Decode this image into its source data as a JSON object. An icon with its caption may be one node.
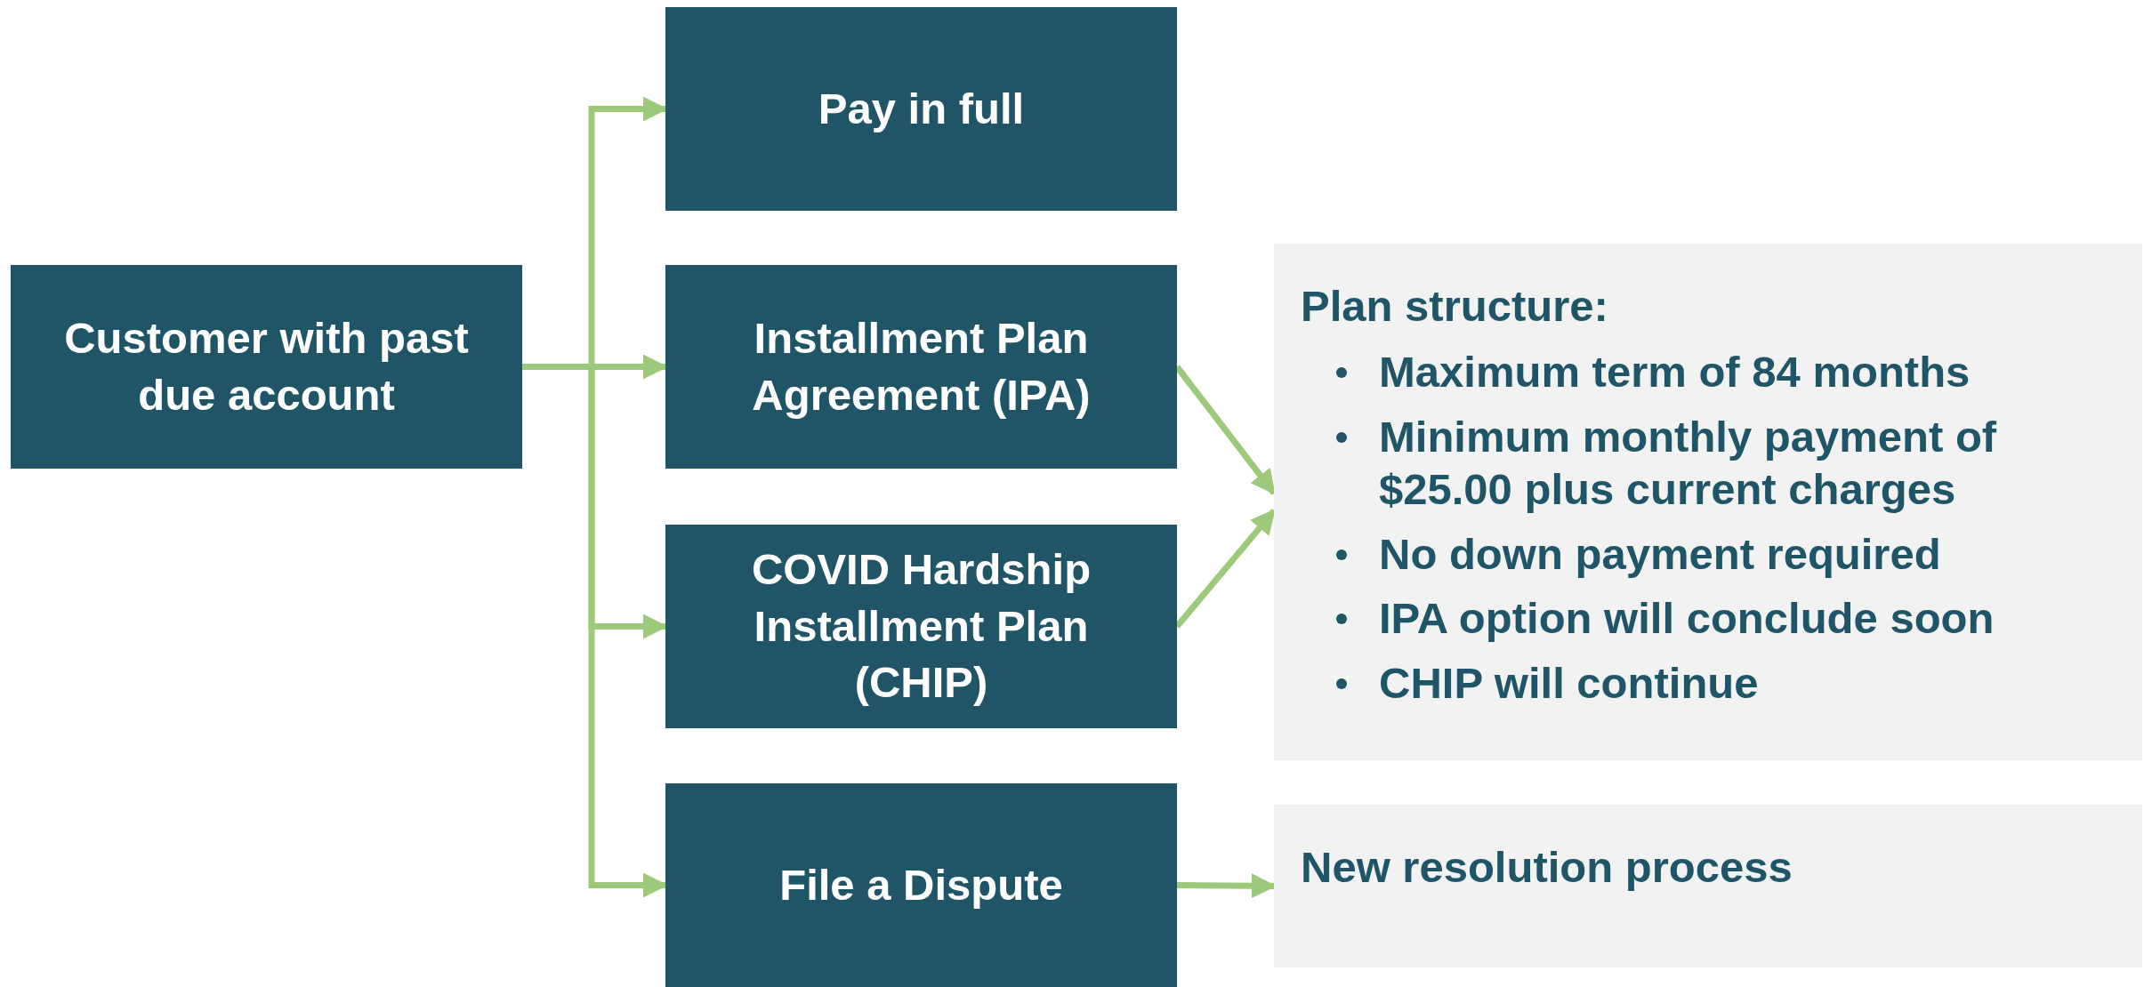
{
  "diagram": {
    "nodes": [
      {
        "text": [
          "Customer with past due account"
        ]
      },
      {
        "text": [
          "Pay in full"
        ]
      },
      {
        "text": [
          "Installment Plan Agreement (IPA)"
        ]
      },
      {
        "text": [
          "COVID Hardship Installment Plan (CHIP)"
        ]
      },
      {
        "text": [
          "File a Dispute"
        ]
      },
      {
        "text": [
          "Plan structure:",
          "Maximum term of 84 months",
          "Minimum monthly payment of $25.00 plus current charges",
          "No down payment required",
          "IPA option will conclude soon",
          "CHIP will continue"
        ]
      },
      {
        "text": [
          "New resolution process"
        ]
      }
    ],
    "edges": [
      {
        "from": 0,
        "to": 1,
        "arrow": "to"
      },
      {
        "from": 0,
        "to": 2,
        "arrow": "to"
      },
      {
        "from": 0,
        "to": 3,
        "arrow": "to"
      },
      {
        "from": 0,
        "to": 4,
        "arrow": "to"
      },
      {
        "from": 2,
        "to": 5,
        "arrow": "to"
      },
      {
        "from": 3,
        "to": 5,
        "arrow": "to"
      },
      {
        "from": 4,
        "to": 6,
        "arrow": "to"
      }
    ]
  }
}
